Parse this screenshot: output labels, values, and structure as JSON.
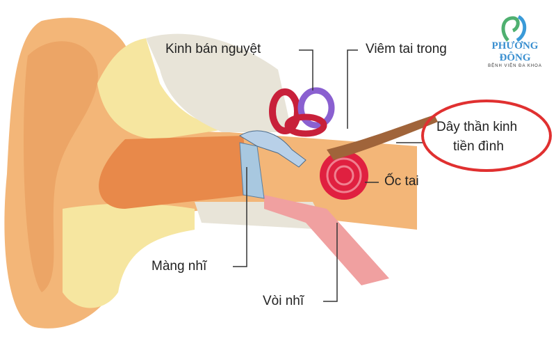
{
  "title": "Cấu tạo tai",
  "labels": {
    "semicircular": "Kinh bán nguyệt",
    "inner_ear": "Viêm tai trong",
    "vestibular_nerve_line1": "Dây thần kinh",
    "vestibular_nerve_line2": "tiền đình",
    "cochlea": "Ốc tai",
    "eardrum": "Màng nhĩ",
    "eustachian": "Vòi nhĩ"
  },
  "logo": {
    "name": "PHƯƠNG ĐÔNG",
    "subtitle": "BỆNH VIỆN ĐA KHOA"
  },
  "colors": {
    "highlight": "#e03030",
    "skin": "#f3b678",
    "canal": "#e8894a",
    "bone": "#e8e4d8"
  }
}
